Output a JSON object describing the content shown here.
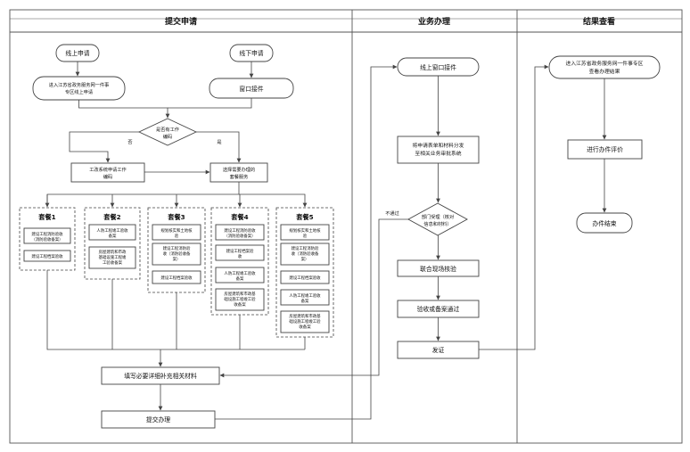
{
  "lanes": {
    "submit": "提交申请",
    "business": "业务办理",
    "result": "结果查看"
  },
  "nodes": {
    "online_apply": "线上申请",
    "offline_apply": "线下申请",
    "enter_online_1": "进入江苏省政务服务网一件事",
    "enter_online_2": "专区线上申请",
    "window_accept": "窗口接件",
    "decision_1": "是否有工作",
    "decision_2": "编码",
    "no_label": "否",
    "yes_label": "是",
    "apply_code_1": "工改系统申请工作",
    "apply_code_2": "编码",
    "choose_pkg_1": "选择需要办理的",
    "choose_pkg_2": "套餐服务",
    "fill_materials": "填写必要详细补充相关材料",
    "submit_handle": "提交办理",
    "online_window": "线上窗口接件",
    "dispatch_1": "将申请表单和材料分发",
    "dispatch_2": "至相关业务审批系统",
    "dept_1": "部门受理（核对",
    "dept_2": "信息和材料）",
    "not_pass": "不通过",
    "joint_inspection": "联合现场核验",
    "acceptance_pass": "验收或备案通过",
    "certificate": "发证",
    "result_enter_1": "进入江苏省政务服务网一件事专区",
    "result_enter_2": "查看办理结果",
    "evaluate": "进行办件评价",
    "end": "办件结束"
  },
  "packages": {
    "p1": {
      "title": "套餐1",
      "items": [
        [
          "建设工程消防验收",
          "（消防验收备案）"
        ],
        [
          "建设工程档案验收"
        ]
      ]
    },
    "p2": {
      "title": "套餐2",
      "items": [
        [
          "人防工程竣工验收",
          "备案"
        ],
        [
          "房屋建筑和市政",
          "基础设施工程竣",
          "工验收备案"
        ]
      ]
    },
    "p3": {
      "title": "套餐3",
      "items": [
        [
          "规划核实和土地核",
          "验"
        ],
        [
          "建设工程消防验",
          "收（消防验收备",
          "案）"
        ],
        [
          "建设工程档案验收"
        ]
      ]
    },
    "p4": {
      "title": "套餐4",
      "items": [
        [
          "建设工程消防验收",
          "（消防验收备案）"
        ],
        [
          "建设工程档案验",
          "收"
        ],
        [
          "人防工程竣工验收",
          "备案"
        ],
        [
          "房屋建筑和市政基",
          "础设施工程竣工验",
          "收备案"
        ]
      ]
    },
    "p5": {
      "title": "套餐5",
      "items": [
        [
          "规划核实和土地核",
          "验"
        ],
        [
          "建设工程消防验",
          "收（消防验收备",
          "案）"
        ],
        [
          "建设工程档案验收"
        ],
        [
          "人防工程竣工验收",
          "备案"
        ],
        [
          "房屋建筑和市政基",
          "础设施工程竣工验",
          "收备案"
        ]
      ]
    }
  }
}
